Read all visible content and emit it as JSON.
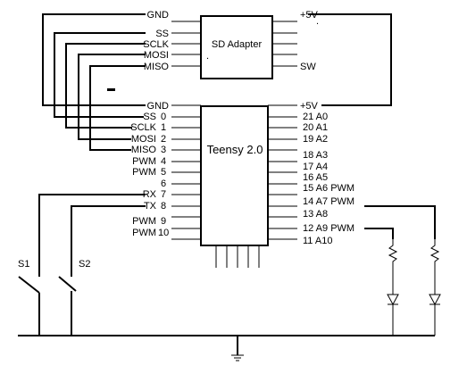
{
  "sd_adapter": {
    "title": "SD Adapter",
    "left_pins": [
      "GND",
      "SS",
      "SCLK",
      "MOSI",
      "MISO"
    ],
    "right_pins": [
      "+5V",
      "SW"
    ],
    "dot_mark": "."
  },
  "teensy": {
    "title": "Teensy 2.0",
    "top_left_label": "GND",
    "top_right_label": "+5V",
    "left_pins": [
      {
        "name": "SS",
        "num": "0"
      },
      {
        "name": "",
        "num": "1"
      },
      {
        "name": "",
        "num": "2"
      },
      {
        "name": "MISO",
        "num": "3"
      },
      {
        "name": "PWM",
        "num": "4"
      },
      {
        "name": "PWM",
        "num": "5"
      },
      {
        "name": "",
        "num": "6"
      },
      {
        "name": "RX",
        "num": "7"
      },
      {
        "name": "TX",
        "num": "8"
      },
      {
        "name": "PWM",
        "num": "9"
      },
      {
        "name": "PWM",
        "num": "10"
      }
    ],
    "left_labels_extra": {
      "sclk": "SCLK",
      "mosi": "MOSI"
    },
    "right_pins": [
      "21 A0",
      "20 A1",
      "19 A2",
      "18 A3",
      "17 A4",
      "16 A5",
      "15 A6 PWM",
      "14 A7 PWM",
      "13 A8",
      "12 A9 PWM",
      "11 A10"
    ]
  },
  "switches": {
    "s1": "S1",
    "s2": "S2"
  }
}
